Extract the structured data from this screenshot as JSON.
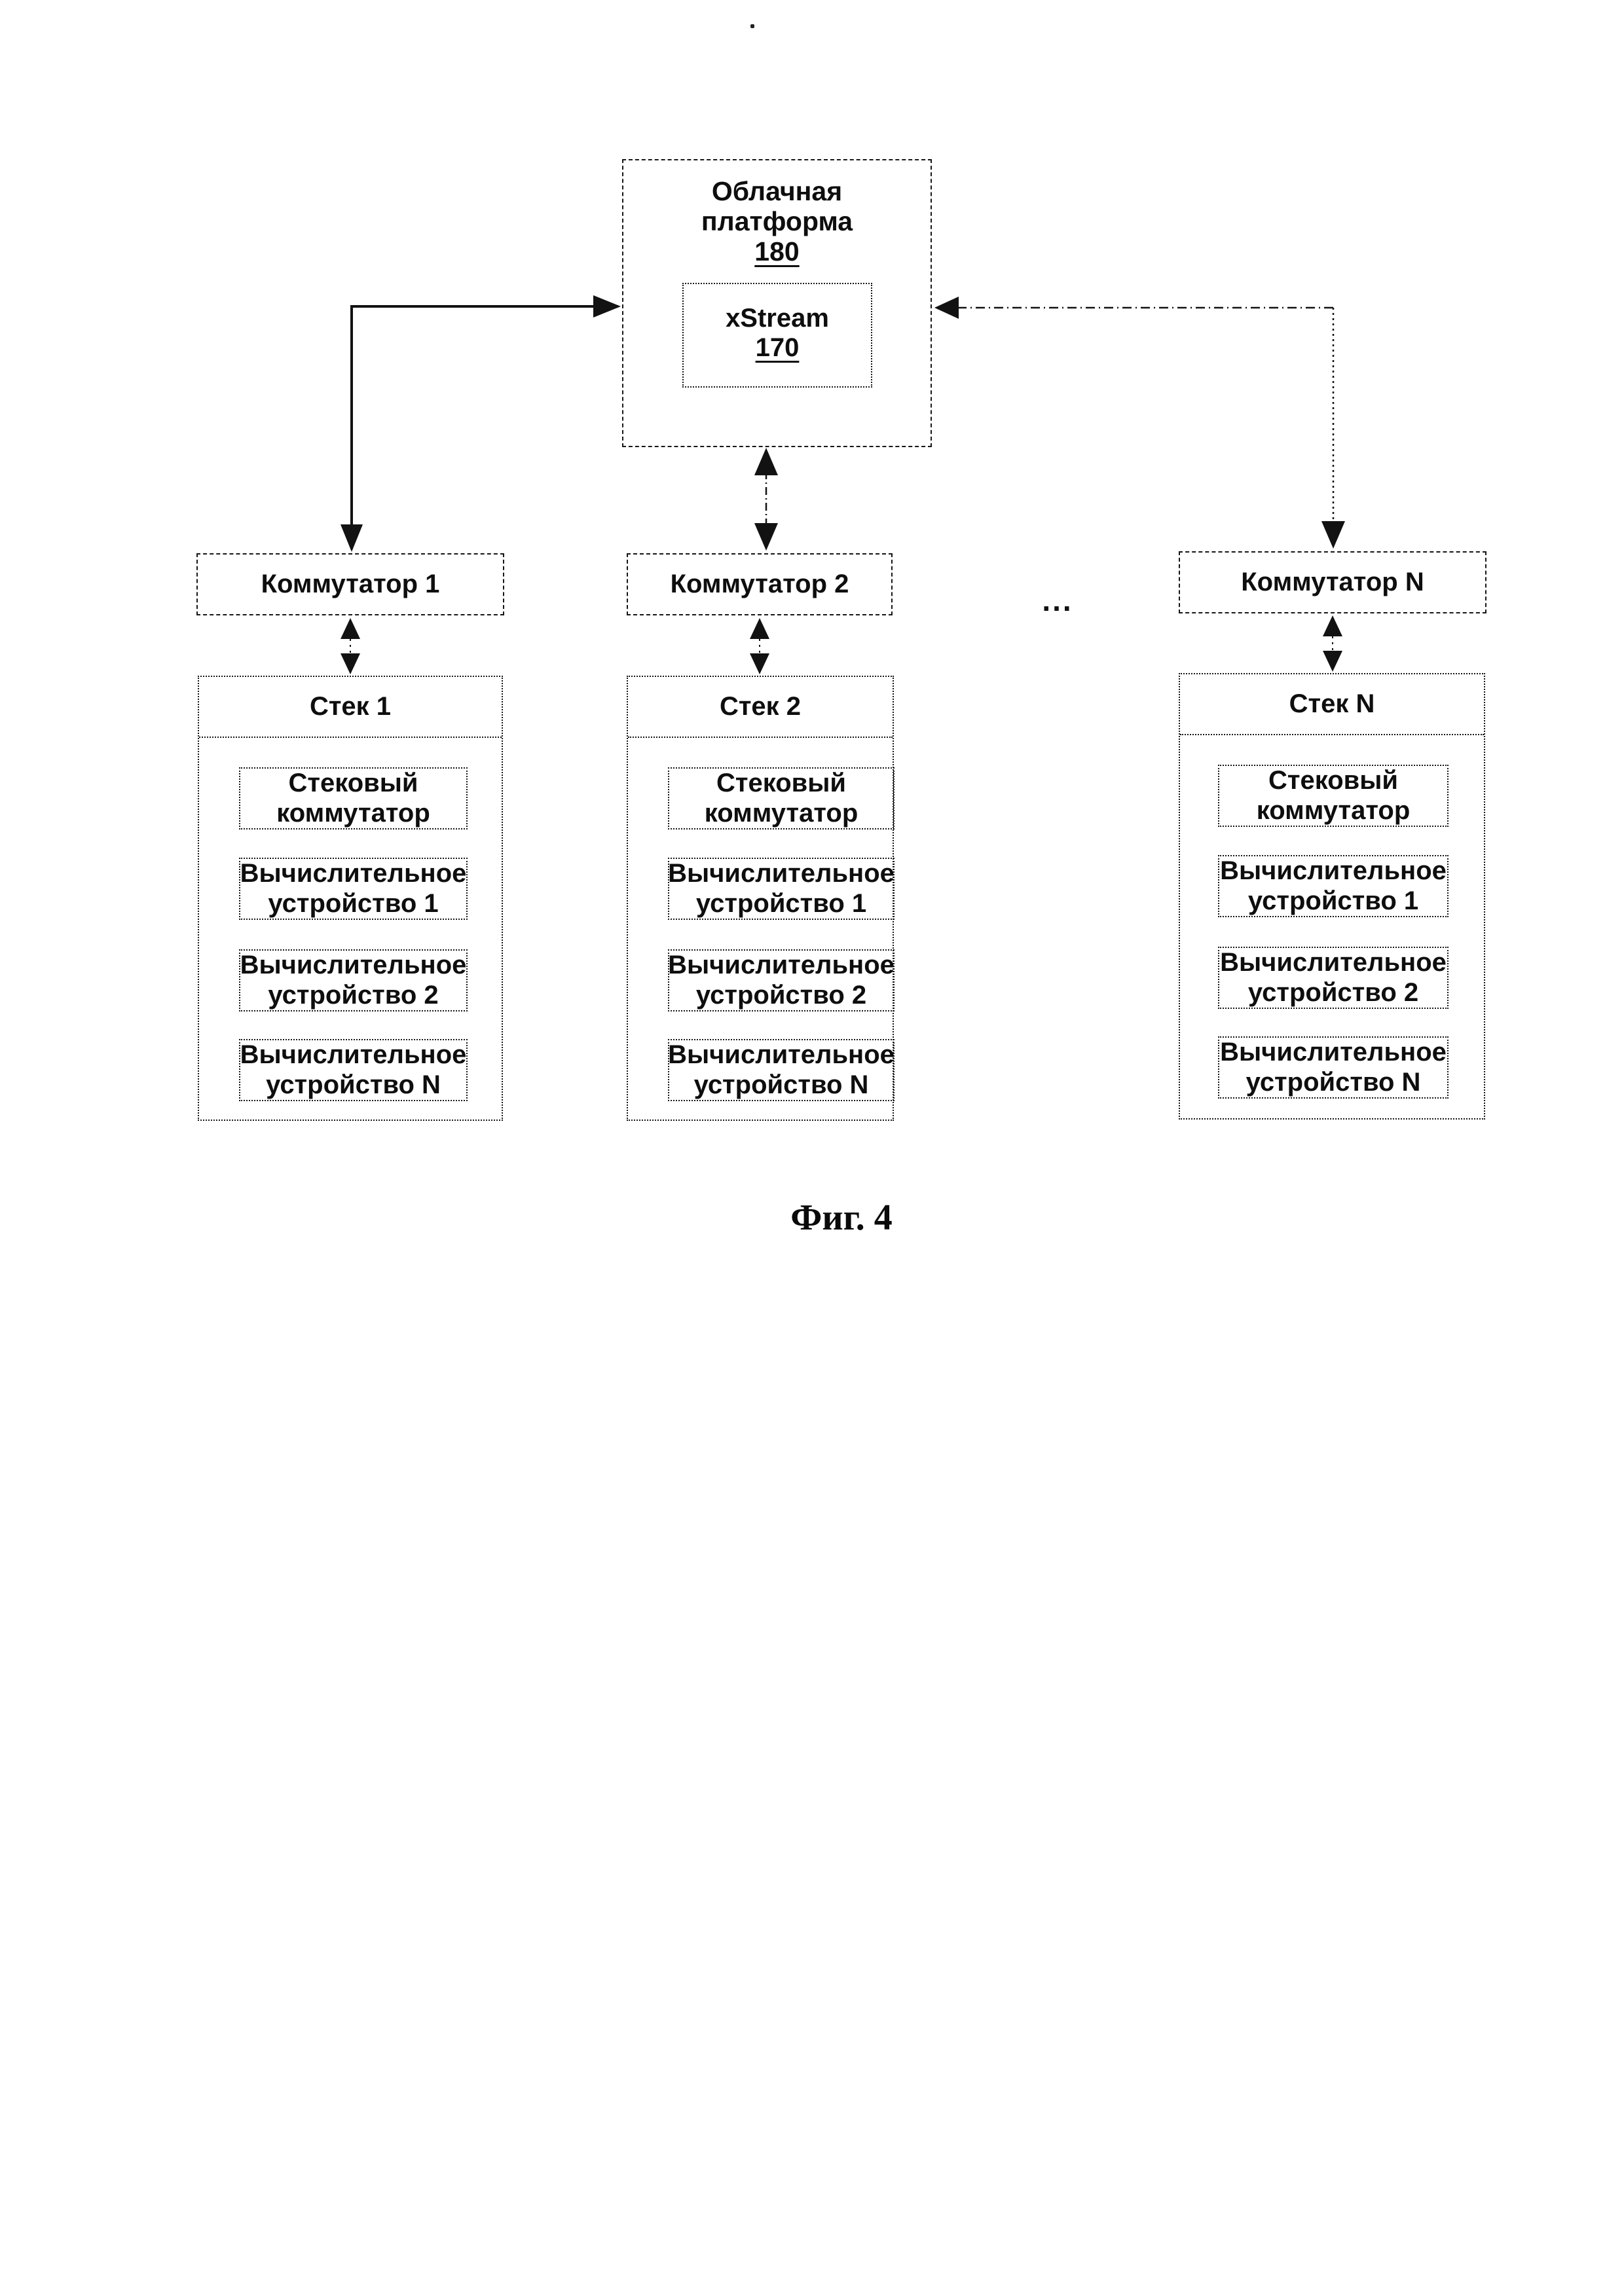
{
  "cloud": {
    "title_line1": "Облачная",
    "title_line2": "платформа",
    "ref": "180",
    "xstream": {
      "title": "xStream",
      "ref": "170"
    }
  },
  "switches": [
    {
      "label": "Коммутатор 1"
    },
    {
      "label": "Коммутатор 2"
    },
    {
      "label": "Коммутатор N"
    }
  ],
  "ellipsis": "...",
  "stacks": [
    {
      "title": "Стек 1",
      "items": [
        "Стековый коммутатор",
        "Вычислительное устройство 1",
        "Вычислительное устройство 2",
        "Вычислительное устройство N"
      ]
    },
    {
      "title": "Стек 2",
      "items": [
        "Стековый коммутатор",
        "Вычислительное устройство 1",
        "Вычислительное устройство 2",
        "Вычислительное устройство N"
      ]
    },
    {
      "title": "Стек N",
      "items": [
        "Стековый коммутатор",
        "Вычислительное устройство 1",
        "Вычислительное устройство 2",
        "Вычислительное устройство N"
      ]
    }
  ],
  "caption": "Фиг. 4"
}
